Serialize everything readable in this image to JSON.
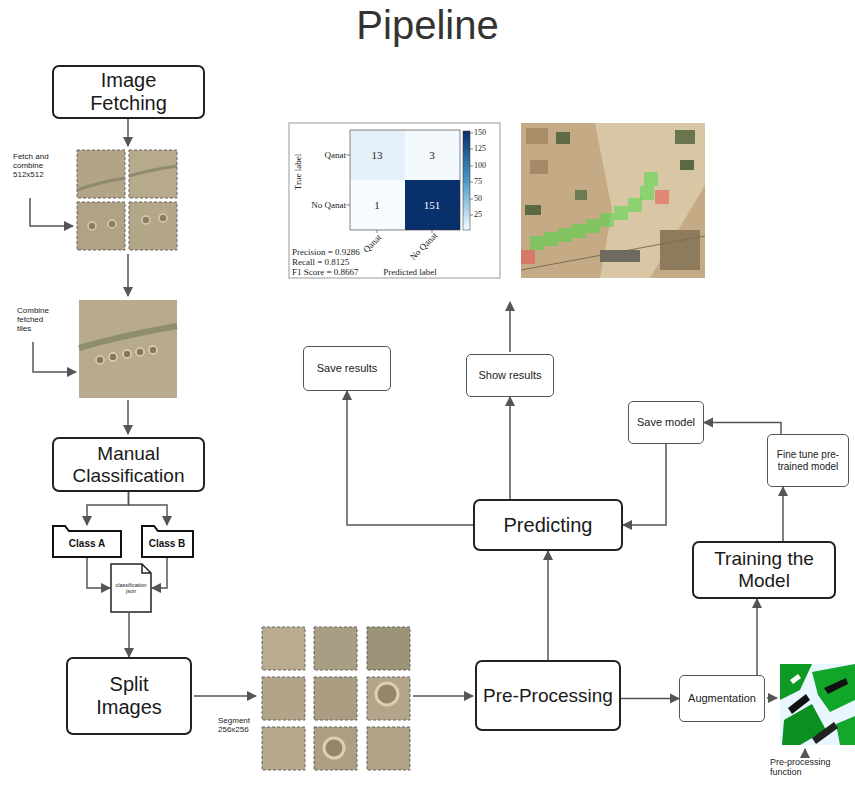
{
  "diagram": {
    "title": "Pipeline",
    "nodes": [
      {
        "text": [
          "Image Fetching"
        ]
      },
      {
        "text": [
          "Manual Classification"
        ]
      },
      {
        "text": [
          "Class A"
        ]
      },
      {
        "text": [
          "Class B"
        ]
      },
      {
        "text": [
          "classification json"
        ]
      },
      {
        "text": [
          "Split Images"
        ]
      },
      {
        "text": [
          "Pre-Processing"
        ]
      },
      {
        "text": [
          "Augmentation"
        ]
      },
      {
        "text": [
          "Training the Model"
        ]
      },
      {
        "text": [
          "Fine tune pre-trained model"
        ]
      },
      {
        "text": [
          "Save model"
        ]
      },
      {
        "text": [
          "Predicting"
        ]
      },
      {
        "text": [
          "Save results"
        ]
      },
      {
        "text": [
          "Show results"
        ]
      }
    ],
    "edges": [
      {
        "from": 1,
        "to": 2,
        "arrow": "to"
      },
      {
        "from": 1,
        "to": 3,
        "arrow": "to"
      },
      {
        "from": 2,
        "to": 4,
        "arrow": "to"
      },
      {
        "from": 3,
        "to": 4,
        "arrow": "to"
      },
      {
        "from": 4,
        "to": 5,
        "arrow": "to"
      },
      {
        "from": 6,
        "to": 11,
        "arrow": "to"
      },
      {
        "from": 6,
        "to": 7,
        "arrow": "to"
      },
      {
        "from": 7,
        "to": 8,
        "arrow": "to"
      },
      {
        "from": 8,
        "to": 9,
        "arrow": "to"
      },
      {
        "from": 9,
        "to": 10,
        "arrow": "to"
      },
      {
        "from": 10,
        "to": 11,
        "arrow": "to"
      },
      {
        "from": 11,
        "to": 12,
        "arrow": "to"
      },
      {
        "from": 11,
        "to": 13,
        "arrow": "to"
      }
    ],
    "labels": [
      "Fetch and combine 512x512",
      "Combine fetched tiles",
      "True label",
      "Qanat",
      "No Qanat",
      "13",
      "3",
      "1",
      "151",
      "Qanat",
      "No Qanat",
      "Predicted label",
      "Precision = 0.9286",
      "Recall = 0.8125",
      "F1 Score = 0.8667",
      "150",
      "125",
      "100",
      "75",
      "50",
      "25",
      "Segment 256x256",
      "Pre-processing function"
    ]
  }
}
